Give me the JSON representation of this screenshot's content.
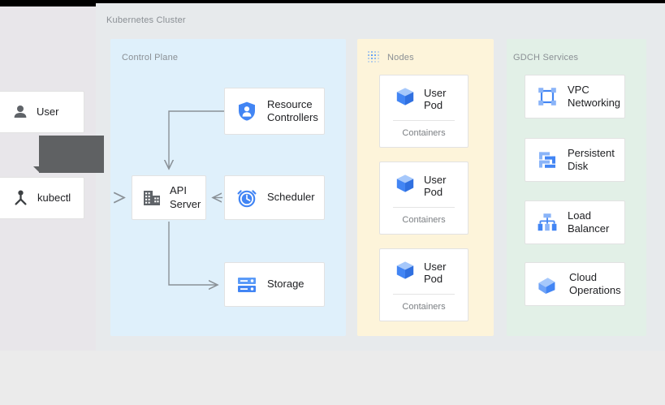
{
  "diagram": {
    "title": "Kubernetes Cluster",
    "background_color": "#e7eaec",
    "left_pane_color": "#e8e6ea"
  },
  "actors": [
    {
      "label": "User",
      "icon": "person-icon",
      "icon_color": "#5f6368"
    },
    {
      "label": "kubectl",
      "icon": "kubectl-icon",
      "icon_color": "#3c4043"
    }
  ],
  "tooltip": {
    "text": "",
    "color": "#5f6163"
  },
  "groups": [
    {
      "id": "control-plane",
      "title": "Control Plane",
      "color": "#dff0fb",
      "icon": null,
      "cards": [
        {
          "label": "Resource\nControllers",
          "icon": "shield-person-icon",
          "icon_color": "#4285f4"
        },
        {
          "label": "API\nServer",
          "icon": "building-icon",
          "icon_color": "#5f6368"
        },
        {
          "label": "Scheduler",
          "icon": "alarm-clock-icon",
          "icon_color": "#4285f4"
        },
        {
          "label": "Storage",
          "icon": "database-rack-icon",
          "icon_color": "#4285f4"
        }
      ]
    },
    {
      "id": "nodes",
      "title": "Nodes",
      "color": "#fdf4da",
      "icon": "dot-grid-icon",
      "icon_color": "#4285f4",
      "pods": [
        {
          "label": "User Pod",
          "sub": "Containers",
          "icon": "cube-icon",
          "icon_color": "#4285f4"
        },
        {
          "label": "User Pod",
          "sub": "Containers",
          "icon": "cube-icon",
          "icon_color": "#4285f4"
        },
        {
          "label": "User Pod",
          "sub": "Containers",
          "icon": "cube-icon",
          "icon_color": "#4285f4"
        }
      ]
    },
    {
      "id": "gdch-services",
      "title": "GDCH Services",
      "color": "#e2f0e7",
      "icon": null,
      "cards": [
        {
          "label": "VPC\nNetworking",
          "icon": "vpc-networking-icon",
          "icon_color": "#4285f4"
        },
        {
          "label": "Persistent\nDisk",
          "icon": "persistent-disk-icon",
          "icon_color": "#4285f4"
        },
        {
          "label": "Load\nBalancer",
          "icon": "load-balancer-icon",
          "icon_color": "#4285f4"
        },
        {
          "label": "Cloud\nOperations",
          "icon": "cloud-cube-icon",
          "icon_color": "#4285f4"
        }
      ]
    }
  ],
  "connections": [
    {
      "from": "kubectl",
      "to": "API Server",
      "direction": "right"
    },
    {
      "from": "Resource Controllers",
      "to": "API Server",
      "direction": "down"
    },
    {
      "from": "Scheduler",
      "to": "API Server",
      "direction": "left"
    },
    {
      "from": "API Server",
      "to": "Storage",
      "direction": "right"
    }
  ]
}
